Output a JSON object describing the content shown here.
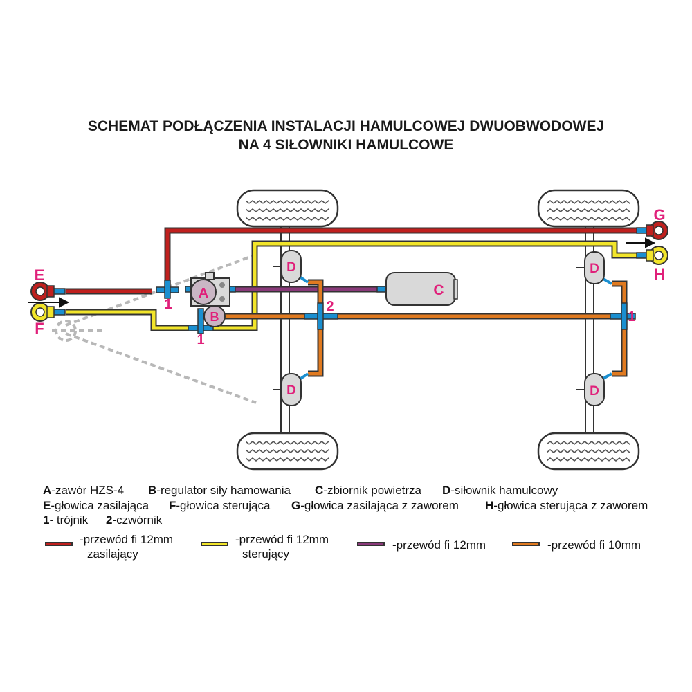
{
  "title": {
    "line1": "SCHEMAT PODŁĄCZENIA INSTALACJI HAMULCOWEJ DWUOBWODOWEJ",
    "line2": "NA 4 SIŁOWNIKI HAMULCOWE"
  },
  "colors": {
    "supply": "#c0201e",
    "control": "#f2e52a",
    "purple": "#8a3a7a",
    "orange": "#e07a20",
    "fitting": "#1a8fd0",
    "component": "#d9d9d9",
    "label": "#e0207a"
  },
  "diagram_labels": {
    "A": "A",
    "B": "B",
    "C": "C",
    "D": "D",
    "E": "E",
    "F": "F",
    "G": "G",
    "H": "H",
    "one": "1",
    "two": "2"
  },
  "legend_keys": {
    "row1": [
      {
        "key": "A",
        "text": "-zawór HZS-4"
      },
      {
        "key": "B",
        "text": "-regulator siły hamowania"
      },
      {
        "key": "C",
        "text": "-zbiornik powietrza"
      },
      {
        "key": "D",
        "text": "-siłownik hamulcowy"
      }
    ],
    "row2": [
      {
        "key": "E",
        "text": "-głowica zasilająca"
      },
      {
        "key": "F",
        "text": "-głowica sterująca"
      },
      {
        "key": "G",
        "text": "-głowica zasilająca z zaworem"
      },
      {
        "key": "H",
        "text": "-głowica sterująca z zaworem"
      }
    ],
    "row3": [
      {
        "key": "1",
        "text": "- trójnik"
      },
      {
        "key": "2",
        "text": "-czwórnik"
      }
    ]
  },
  "line_legend": [
    {
      "line1": "-przewód fi 12mm",
      "line2": "zasilający",
      "color": "#c0201e"
    },
    {
      "line1": "-przewód fi 12mm",
      "line2": "sterujący",
      "color": "#f2e52a"
    },
    {
      "line1": "-przewód fi 12mm",
      "line2": "",
      "color": "#8a3a7a"
    },
    {
      "line1": "-przewód fi 10mm",
      "line2": "",
      "color": "#e07a20"
    }
  ]
}
